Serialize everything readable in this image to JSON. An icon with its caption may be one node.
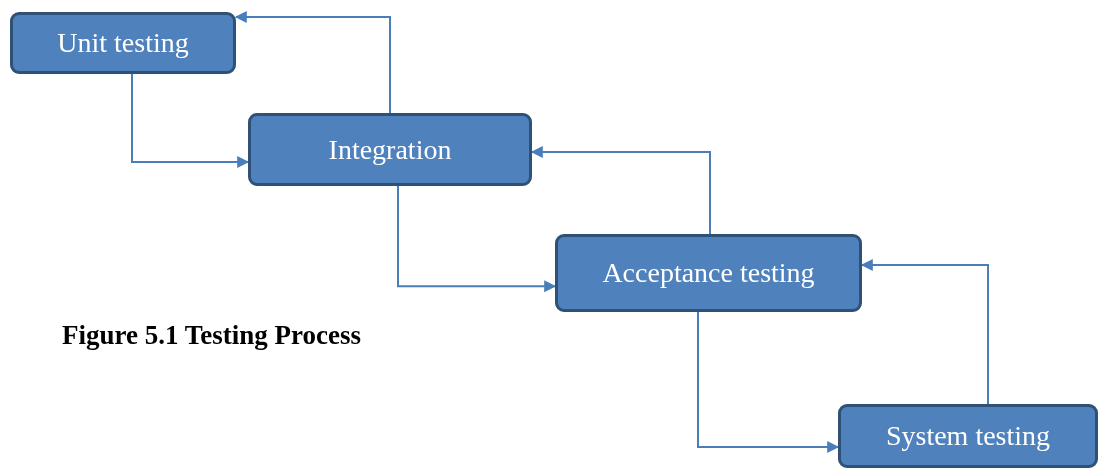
{
  "diagram": {
    "caption": "Figure 5.1 Testing Process",
    "nodes": [
      {
        "text": [
          "Unit testing"
        ]
      },
      {
        "text": [
          "Integration"
        ]
      },
      {
        "text": [
          "Acceptance testing"
        ]
      },
      {
        "text": [
          "System testing"
        ]
      }
    ],
    "edges": [
      {
        "from": 0,
        "to": 1,
        "arrow": "to"
      },
      {
        "from": 1,
        "to": 0,
        "arrow": "to"
      },
      {
        "from": 1,
        "to": 2,
        "arrow": "to"
      },
      {
        "from": 2,
        "to": 1,
        "arrow": "to"
      },
      {
        "from": 2,
        "to": 3,
        "arrow": "to"
      },
      {
        "from": 3,
        "to": 2,
        "arrow": "to"
      }
    ]
  }
}
